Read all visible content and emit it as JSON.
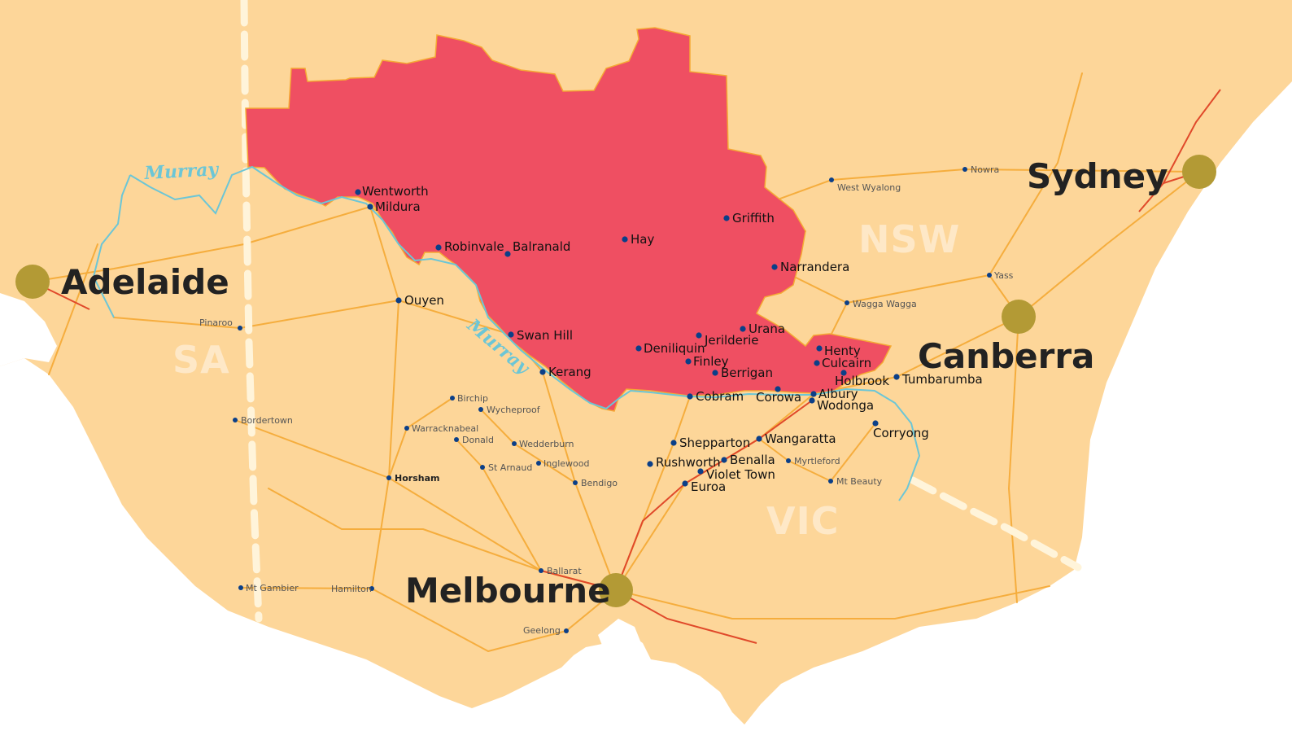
{
  "map": {
    "colors": {
      "sea": "#ffffff",
      "land": "#fdd699",
      "region": "#ef4f62",
      "roads": "#f5a934",
      "rail": "#e0492a",
      "river": "#6cc6d6",
      "capital": "#b39a35",
      "town_dot": "#0b3f88"
    },
    "states": [
      "SA",
      "NSW",
      "VIC"
    ],
    "rivers": [
      "Murray",
      "Murray"
    ],
    "capitals": [
      "Adelaide",
      "Sydney",
      "Canberra",
      "Melbourne"
    ],
    "towns": {
      "wentworth": "Wentworth",
      "mildura": "Mildura",
      "robinvale": "Robinvale",
      "balranald": "Balranald",
      "hay": "Hay",
      "griffith": "Griffith",
      "narrandera": "Narrandera",
      "ouyen": "Ouyen",
      "swan_hill": "Swan Hill",
      "kerang": "Kerang",
      "deniliquin": "Deniliquin",
      "jerilderie": "Jerilderie",
      "urana": "Urana",
      "finley": "Finley",
      "berrigan": "Berrigan",
      "henty": "Henty",
      "culcairn": "Culcairn",
      "holbrook": "Holbrook",
      "cobram": "Cobram",
      "corowa": "Corowa",
      "albury": "Albury",
      "wodonga": "Wodonga",
      "tumbarumba": "Tumbarumba",
      "corryong": "Corryong",
      "shepparton": "Shepparton",
      "wangaratta": "Wangaratta",
      "rushworth": "Rushworth",
      "benalla": "Benalla",
      "violet_town": "Violet Town",
      "euroa": "Euroa",
      "west_wyalong": "West Wyalong",
      "nowra": "Nowra",
      "yass": "Yass",
      "wagga_wagga": "Wagga Wagga",
      "pinaroo": "Pinaroo",
      "bordertown": "Bordertown",
      "birchip": "Birchip",
      "wycheproof": "Wycheproof",
      "warracknabeal": "Warracknabeal",
      "donald": "Donald",
      "wedderburn": "Wedderburn",
      "st_arnaud": "St Arnaud",
      "inglewood": "Inglewood",
      "horsham": "Horsham",
      "bendigo": "Bendigo",
      "myrtleford": "Myrtleford",
      "mt_beauty": "Mt Beauty",
      "ballarat": "Ballarat",
      "mt_gambier": "Mt Gambier",
      "hamilton": "Hamilton",
      "geelong": "Geelong"
    }
  }
}
